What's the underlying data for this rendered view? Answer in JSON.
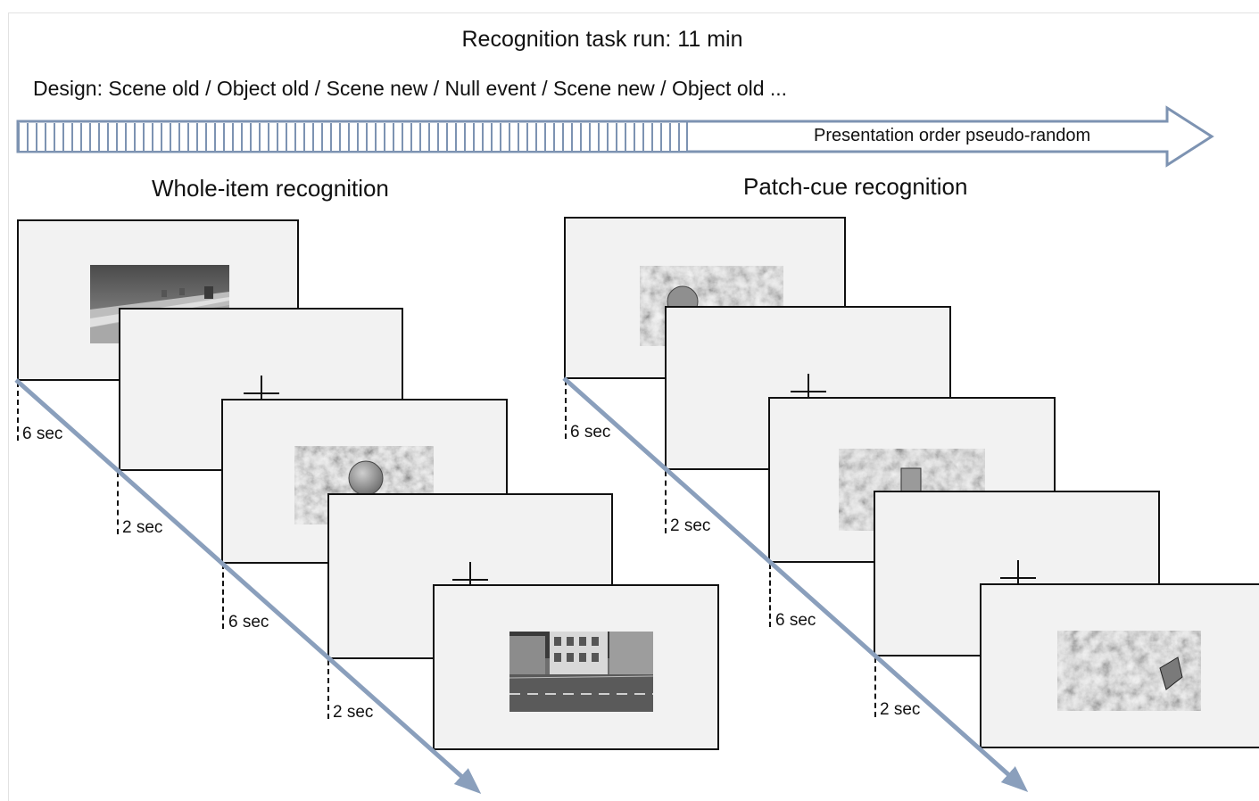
{
  "header": {
    "title": "Recognition task run: 11 min",
    "design": "Design: Scene old / Object old / Scene new / Null event / Scene new / Object old ...",
    "banner_label": "Presentation order pseudo-random"
  },
  "panels": {
    "whole": {
      "title": "Whole-item recognition",
      "durations": [
        "6 sec",
        "2 sec",
        "6 sec",
        "2 sec"
      ]
    },
    "patch": {
      "title": "Patch-cue recognition",
      "durations": [
        "6 sec",
        "2 sec",
        "6 sec",
        "2 sec"
      ]
    }
  },
  "colors": {
    "arrow": "#8a9fbc",
    "arrow_outline": "#7d93b2",
    "screen_fill": "#f2f2f2"
  },
  "icons": {
    "fixation": "fixation-cross-icon",
    "timeline": "timeline-arrow-icon"
  }
}
